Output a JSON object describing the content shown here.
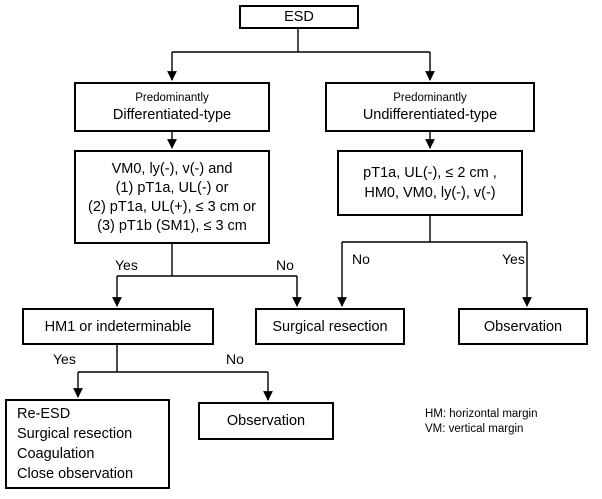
{
  "nodes": {
    "esd": {
      "label": "ESD"
    },
    "diff": {
      "line1": "Predominantly",
      "line2": "Differentiated-type"
    },
    "undiff": {
      "line1": "Predominantly",
      "line2": "Undifferentiated-type"
    },
    "diff_criteria": {
      "lines": [
        "VM0, ly(-), v(-) and",
        "(1) pT1a, UL(-) or",
        "(2) pT1a, UL(+), ≤ 3 cm or",
        "(3) pT1b (SM1), ≤ 3 cm"
      ]
    },
    "undiff_criteria": {
      "lines": [
        "pT1a, UL(-), ≤ 2 cm ,",
        "HM0, VM0, ly(-), v(-)"
      ]
    },
    "hm1": {
      "label": "HM1 or indeterminable"
    },
    "surgical": {
      "label": "Surgical resection"
    },
    "observation_right": {
      "label": "Observation"
    },
    "treatments": {
      "lines": [
        "Re-ESD",
        "Surgical resection",
        "Coagulation",
        "Close observation"
      ]
    },
    "observation_left": {
      "label": "Observation"
    }
  },
  "edge_labels": {
    "yes_diff": "Yes",
    "no_diff": "No",
    "no_undiff": "No",
    "yes_undiff": "Yes",
    "yes_hm1": "Yes",
    "no_hm1": "No"
  },
  "legend": {
    "hm": "HM: horizontal margin",
    "vm": "VM: vertical margin"
  }
}
